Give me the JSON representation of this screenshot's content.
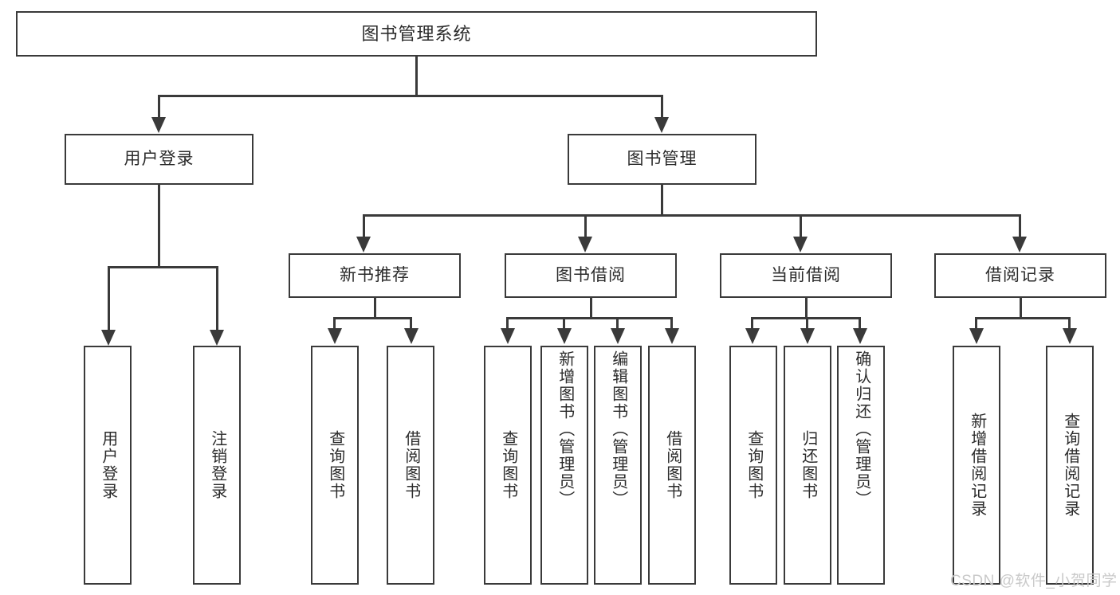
{
  "diagram": {
    "type": "tree-hierarchy-diagram",
    "title": "图书管理系统",
    "orientation": "top-down",
    "levels": 4,
    "theme": {
      "box_border": "#3a3a3a",
      "box_fill": "#ffffff",
      "connector": "#3a3a3a",
      "text": "#2b2b2b",
      "background": "#ffffff",
      "watermark": "#c9c9c9"
    }
  },
  "nodes": {
    "root": {
      "label": "图书管理系统"
    },
    "level2": [
      {
        "label": "用户登录"
      },
      {
        "label": "图书管理"
      }
    ],
    "level3": [
      {
        "label": "新书推荐"
      },
      {
        "label": "图书借阅"
      },
      {
        "label": "当前借阅"
      },
      {
        "label": "借阅记录"
      }
    ],
    "leaves": {
      "user_login": [
        {
          "label": "用户登录"
        },
        {
          "label": "注销登录"
        }
      ],
      "new_book_recommend": [
        {
          "label": "查询图书"
        },
        {
          "label": "借阅图书"
        }
      ],
      "book_borrow": [
        {
          "label": "查询图书"
        },
        {
          "label": "新增图书（管理员）"
        },
        {
          "label": "编辑图书（管理员）"
        },
        {
          "label": "借阅图书"
        }
      ],
      "current_borrow": [
        {
          "label": "查询图书"
        },
        {
          "label": "归还图书"
        },
        {
          "label": "确认归还（管理员）"
        }
      ],
      "borrow_record": [
        {
          "label": "新增借阅记录"
        },
        {
          "label": "查询借阅记录"
        }
      ]
    }
  },
  "watermark": {
    "text": "CSDN @软件_小贺同学"
  }
}
